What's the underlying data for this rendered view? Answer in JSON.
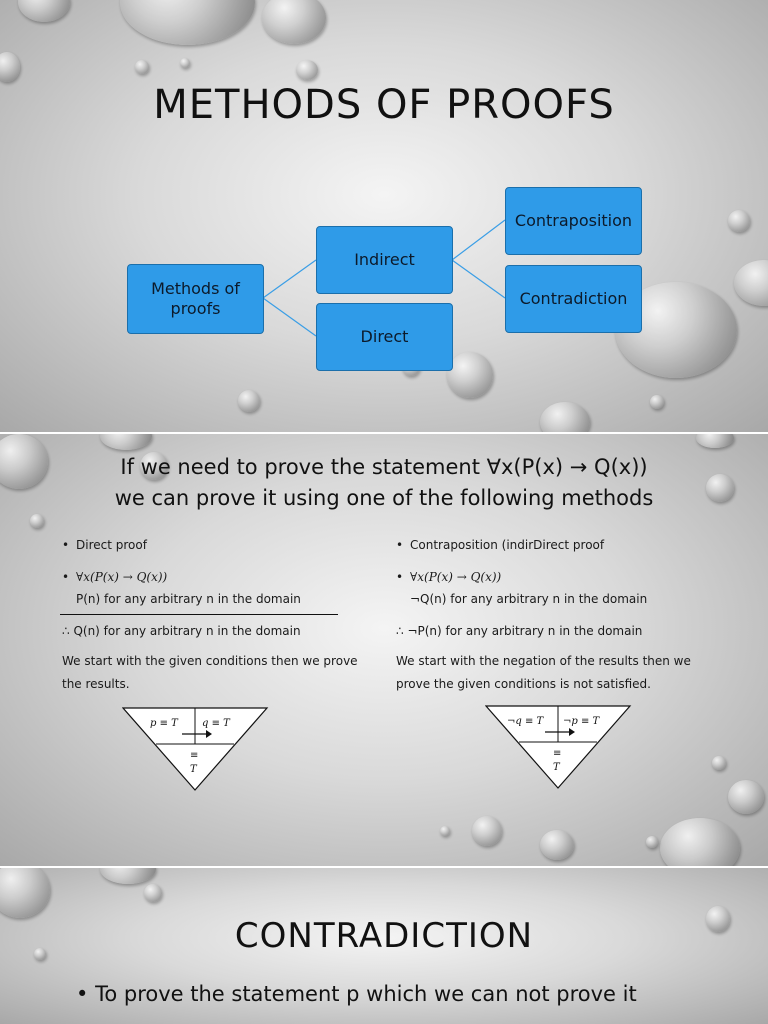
{
  "slide1": {
    "title": "METHODS OF PROOFS",
    "boxes": {
      "root": "Methods of proofs",
      "indirect": "Indirect",
      "direct": "Direct",
      "contraposition": "Contraposition",
      "contradiction": "Contradiction"
    }
  },
  "slide2": {
    "heading_line1": "If we need to prove the statement ∀x(P(x) → Q(x))",
    "heading_line2": "we can prove it using one of the following methods",
    "left": {
      "bullet1": "Direct proof",
      "bullet2": "∀x(P(x) → Q(x))",
      "premise": "P(n) for any arbitrary n in the domain",
      "conclusion": "∴ Q(n) for any arbitrary n in the domain",
      "description": "We start with the given conditions then we prove the results.",
      "triangle": {
        "left": "p ≡ T",
        "right": "q ≡ T",
        "eq": "≡",
        "bottom": "T"
      }
    },
    "right": {
      "bullet1": "Contraposition (indirDirect proof",
      "bullet2": "∀x(P(x) → Q(x))",
      "premise": "¬Q(n) for any arbitrary n in the domain",
      "conclusion": "∴ ¬P(n) for any arbitrary n in the domain",
      "description": "We start with the negation of the results then we prove the given conditions is not satisfied.",
      "triangle": {
        "left": "¬q ≡ T",
        "right": "¬p ≡ T",
        "eq": "≡",
        "bottom": "T"
      }
    }
  },
  "slide3": {
    "title": "CONTRADICTION",
    "bullet": "To prove the statement p which we can not prove it"
  },
  "colors": {
    "box_fill": "#2f9be8",
    "box_border": "#1b6fab",
    "connector": "#3a9ee6"
  }
}
